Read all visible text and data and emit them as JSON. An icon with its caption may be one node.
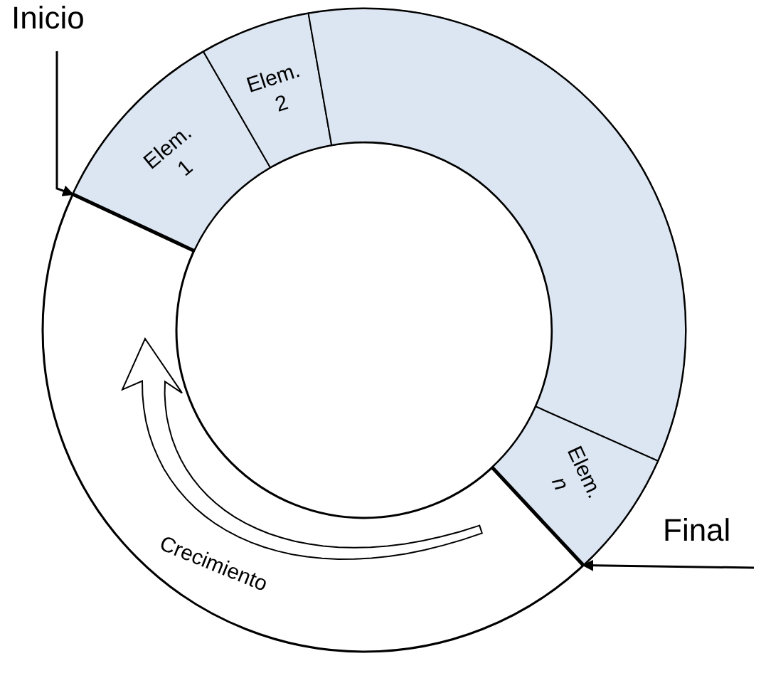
{
  "diagram": {
    "nodes": [
      {
        "text": [
          "Inicio"
        ]
      },
      {
        "text": [
          "Elem. 1"
        ]
      },
      {
        "text": [
          "Elem. 2"
        ]
      },
      {
        "text": [],
        "shape": "sector"
      },
      {
        "text": [
          "Elem. *n*"
        ]
      },
      {
        "text": [
          "Final"
        ]
      }
    ],
    "edges": [
      {
        "from": 0,
        "to": 1,
        "arrow": "to"
      },
      {
        "from": 5,
        "to": 4,
        "arrow": "to"
      }
    ],
    "labels": [
      "Crecimiento"
    ]
  }
}
